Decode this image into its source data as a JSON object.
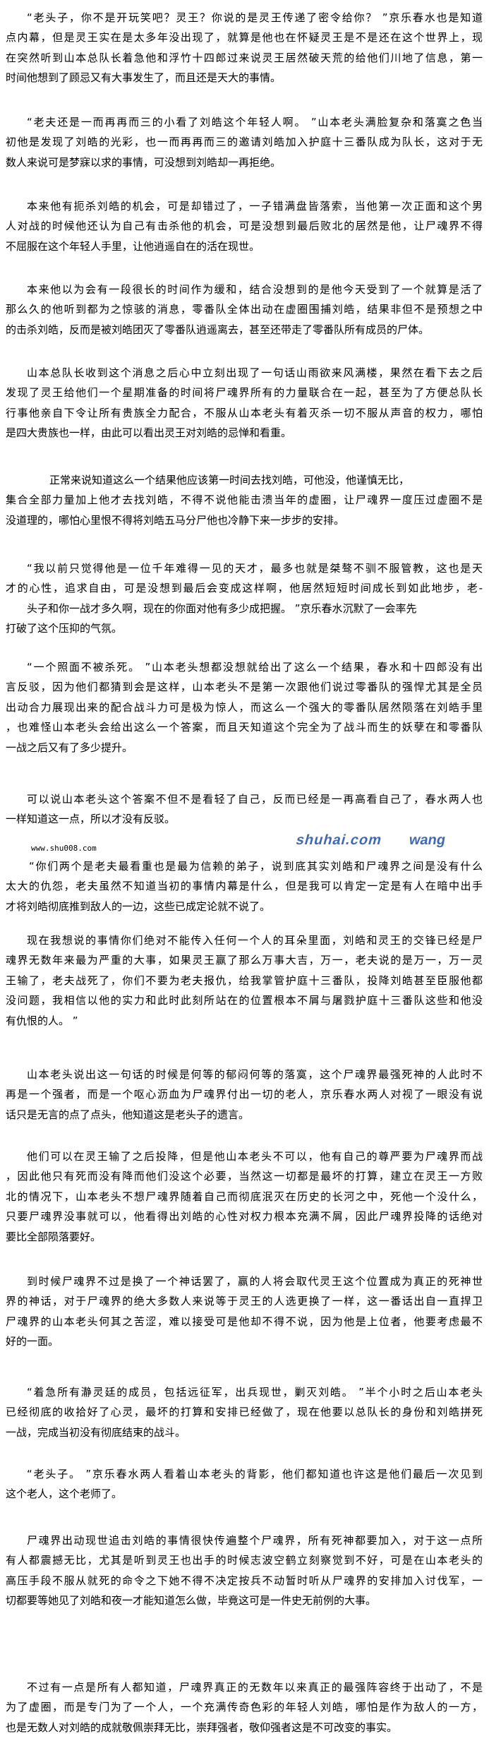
{
  "article": {
    "paragraphs": [
      {
        "lines": [
          "“老头子，你不是开玩笑吧？灵王？你说的是灵王传递了密令给你？ ”京乐春水也是知道",
          "点内幕，但是灵王实在是太多年没出现了，就算是他也在怀疑灵王是不是还在这个世界上，现",
          "在突然听到山本总队长着急他和浮竹十四郎过来说灵王居然破天荒的给他们川地了信息，第一",
          "时间他想到了顾忌又有大事发生了，而且还是天大的事情。"
        ]
      },
      {
        "lines": [
          "“老夫还是一而再再而三的小看了刘皓这个年轻人啊。 ”山本老头满脸复杂和落寞之色当",
          "初他是发现了刘皓的光彩，也一而再再而三的邀请刘皓加入护庭十三番队成为队长，这对于无",
          "数人来说可是梦寐以求的事情，可没想到刘皓却一再拒绝。"
        ]
      },
      {
        "lines": [
          "本来他有扼杀刘皓的机会，可是却错过了，一子错满盘皆落索，当他第一次正面和这个男",
          "人对战的时候他还认为自己有击杀他的机会，可是没想到最后败北的居然是他，让尸魂界不得",
          "不屈服在这个年轻人手里，让他逍遥自在的活在现世。"
        ]
      },
      {
        "lines": [
          "本来他以为会有一段很长的时间作为缓和，结合没想到的是他今天受到了一个就算是活了",
          "那么久的他听到都为之惊骇的消息，零番队全体出动在虚圈围捕刘皓，结果非但不是预想之中",
          "的击杀刘皓，反而是被刘皓团灭了零番队逍遥离去，甚至还带走了零番队所有成员的尸体。"
        ]
      },
      {
        "lines": [
          "山本总队长收到这个消息之后心中立刻出现了一句话山雨欲来风满楼，果然在看下去之后",
          "发现了灵王给他们一个星期准备的时间将尸魂界所有的力量联合在一起，甚至为了方便总队长",
          "行事他亲自下令让所有贵族全力配合，不服从山本老头有着灭杀一切不服从声音的权力，哪怕",
          "是四大贵族也一样，由此可以看出灵王对刘皓的忌惮和看重。"
        ]
      },
      {
        "lines": [
          "正常来说知道这么一个结果他应该第一时间去找刘皓，可他没，他谨慎无比，",
          "集合全部力量加上他才去找刘皓，不得不说他能击溃当年的虚圈，让尸魂界一度压过虚圈不是",
          "没道理的，哪怕心里恨不得将刘皓五马分尸他也冷静下来一步步的安排。"
        ]
      },
      {
        "lines": [
          "“我以前只觉得他是一位千年难得一见的天才，最多也就是桀骜不驯不服管教，这也是天",
          "才的心性，追求自由，可是没想到最后会变成这样啊，他居然短短时间成长到如此地步，老-",
          "头子和你一战才多久啊，现在的你面对他有多少成把握。 ”京乐春水沉默了一会率先",
          "打破了这个压抑的气氛。"
        ]
      },
      {
        "lines": [
          "“一个照面不被杀死。 ”山本老头想都没想就给出了这么一个结果，春水和十四郎没有出",
          "言反驳，因为他们都猜到会是这样，山本老头不是第一次跟他们说过零番队的强悍尤其是全员",
          "出动合力展现出来的配合战斗力可是极为惊人，而这么一个强大的零番队居然陨落在刘皓手里",
          "，也难怪山本老头会给出这么一个答案，而且天知道这个完全为了战斗而生的妖孽在和零番队",
          "一战之后又有了多少提升。"
        ]
      },
      {
        "lines": [
          "可以说山本老头这个答案不但不是看轻了自己，反而已经是一再高看自己了，春水两人也",
          "一样知道这一点，所以才没有反驳。"
        ]
      },
      {
        "lines": [
          "“你们两个是老夫最看重也是最为信赖的弟子，说到底其实刘皓和尸魂界之间是没有什么",
          "太大的仇怨，老夫虽然不知道当初的事情内幕是什么，但是我可以肯定一定是有人在暗中出手",
          "才将刘皓彻底推到敌人的一边，这些已成定论就不说了。"
        ]
      },
      {
        "lines": [
          "现在我想说的事情你们绝对不能传入任何一个人的耳朵里面，刘皓和灵王的交锋已经是尸",
          "魂界无数年来最为严重的大事，如果灵王赢了那么万事大吉，万一，老夫说的是万一，万一灵",
          "王输了，老夫战死了，你们不要为老夫报仇，给我掌管护庭十三番队，投降刘皓甚至臣服他都",
          "没问题，我相信以他的实力和此时此刻所站在的位置根本不屑与屠戮护庭十三番队这些和他没",
          "有仇恨的人。 ”"
        ]
      },
      {
        "lines": [
          "山本老头说出这一句话的时候是何等的郁闷何等的落寞，这个尸魂界最强死神的人此时不",
          "再是一个强者，而是一个呕心沥血为尸魂界付出一切的老人，京乐春水两人对视了一眼没有说",
          "话只是无言的点了点头，他知道这是老头子的遗言。"
        ]
      },
      {
        "lines": [
          "他们可以在灵王输了之后投降，但是他山本老头不可以，他有自己的尊严要为尸魂界而战",
          "，因此他只有死而没有降而他们没这个必要，当然这一切都是最坏的打算，建立在灵王一方败",
          "北的情况下，山本老头不想尸魂界随着自己而彻底泯灭在历史的长河之中，死他一个没什么，",
          "只要尸魂界没事就可以，他看得出刘皓的心性对权力根本充满不屑，因此尸魂界投降的话绝对",
          "要比全部陨落要好。"
        ]
      },
      {
        "lines": [
          "到时候尸魂界不过是换了一个神话罢了，赢的人将会取代灵王这个位置成为真正的死神世",
          "界的神话，对于尸魂界的绝大多数人来说等于灵王的人选更换了一样，这一番话出自一直捍卫",
          "尸魂界的山本老头何其之苦涩，难以接受可是他却不得不说，因为他是上位者，他要考虑最不",
          "好的一面。"
        ]
      },
      {
        "lines": [
          "“着急所有瀞灵廷的成员，包括远征军，出兵现世，剿灭刘皓。 ”半个小时之后山本老头",
          "已经彻底的收拾好了心灵，最坏的打算和安排已经做了，现在他要以总队长的身份和刘皓拼死",
          "一战，完成当初没有彻底结束的战斗。"
        ]
      },
      {
        "lines": [
          "“老头子。 ”京乐春水两人看着山本老头的背影，他们都知道也许这是他们最后一次见到",
          "这个老人，这个老师了。"
        ]
      },
      {
        "lines": [
          "尸魂界出动现世追击刘皓的事情很快传遍整个尸魂界，所有死神都要加入，对于这一点所",
          "有人都震撼无比，尤其是听到灵王也出手的时候志波空鹤立刻察觉到不好，可是在山本老头的",
          "高压手段不服从就死的命令之下她不得不决定按兵不动暂时听从尸魂界的安排加入讨伐军，一",
          "切都要等她见了刘皓和夜一才能知道怎么做，毕竟这可是一件史无前例的大事。"
        ]
      },
      {
        "lines": [
          "不过有一点是所有人都知道，尸魂界真正的无数年以来真正的最强阵容终于出动了，不是",
          "为了虚圈，而是专门为了一个人，一个充满传奇色彩的年轻人刘皓，哪怕是作为敌人的一方，",
          "也是无数人对刘皓的成就敬佩崇拜无比，崇拜强者，敬仰强者这是不可改变的事实。"
        ]
      }
    ]
  },
  "source_url": "www.shu008.com",
  "watermark": {
    "line1": "shuhai.com",
    "line2": "wang"
  },
  "colors": {
    "text": "#000000",
    "watermark": "#1f4fa8"
  }
}
